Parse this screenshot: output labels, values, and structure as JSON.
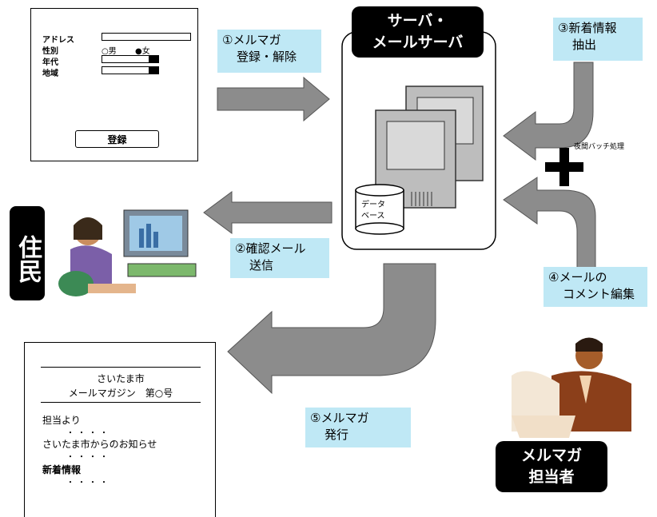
{
  "form": {
    "address_label": "アドレス",
    "gender_label": "性別",
    "gender_male": "○男",
    "gender_female": "●女",
    "age_label": "年代",
    "region_label": "地域",
    "register_button": "登録"
  },
  "server": {
    "title_line1": "サーバ・",
    "title_line2": "メールサーバ",
    "db_line1": "データ",
    "db_line2": "ベース"
  },
  "steps": {
    "step1_line1": "①メルマガ",
    "step1_line2": "登録・解除",
    "step2_line1": "②確認メール",
    "step2_line2": "送信",
    "step3_line1": "③新着情報",
    "step3_line2": "抽出",
    "step4_line1": "④メールの",
    "step4_line2": "コメント編集",
    "step5_line1": "⑤メルマガ",
    "step5_line2": "発行"
  },
  "batch_note": "夜間バッチ処理",
  "plus_sign": "+",
  "actors": {
    "resident": "住民",
    "staff_line1": "メルマガ",
    "staff_line2": "担当者"
  },
  "newsletter": {
    "city": "さいたま市",
    "title": "メールマガジン　第○号",
    "section1": "担当より",
    "section2": "さいたま市からのお知らせ",
    "section3": "新着情報",
    "dots": "・・・・"
  },
  "colors": {
    "label_bg": "#bfe8f5",
    "arrow_gray": "#8c8c8c",
    "box_black": "#000000"
  }
}
